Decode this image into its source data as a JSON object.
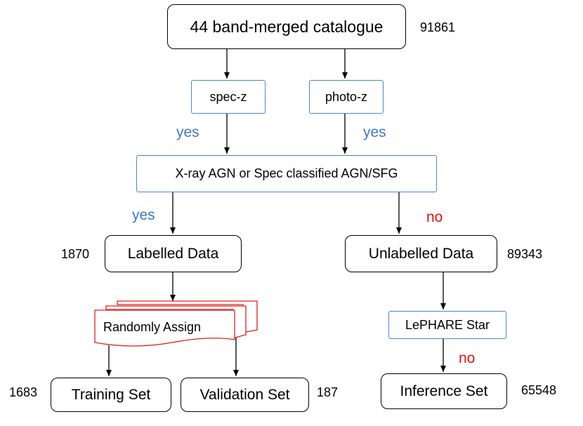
{
  "nodes": {
    "catalogue": "44 band-merged catalogue",
    "specz": "spec-z",
    "photoz": "photo-z",
    "agn_check": "X-ray AGN or Spec classified AGN/SFG",
    "labelled": "Labelled Data",
    "unlabelled": "Unlabelled Data",
    "random_assign": "Randomly Assign",
    "lephare": "LePHARE Star",
    "training": "Training Set",
    "validation": "Validation Set",
    "inference": "Inference Set"
  },
  "counts": {
    "catalogue": "91861",
    "labelled": "1870",
    "unlabelled": "89343",
    "training": "1683",
    "validation": "187",
    "inference": "65548"
  },
  "edge_labels": {
    "specz_yes": "yes",
    "photoz_yes": "yes",
    "agn_yes": "yes",
    "agn_no": "no",
    "lephare_no": "no"
  },
  "colors": {
    "yes": "#3e79c9",
    "no": "#e81010",
    "decision_border": "#4a86d0",
    "assign_border": "#e02020"
  }
}
